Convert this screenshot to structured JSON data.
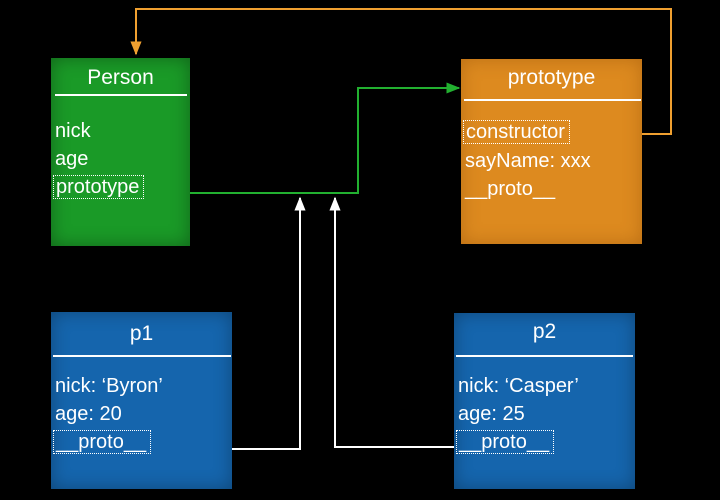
{
  "colors": {
    "background": "#000000",
    "person_box": "#1a9a27",
    "prototype_box": "#dd8a1f",
    "instance_box": "#1565ad",
    "green_arrow": "#22b030",
    "orange_arrow": "#f0a030",
    "white_arrow": "#ffffff"
  },
  "person": {
    "title": "Person",
    "fields": [
      "nick",
      "age",
      "prototype"
    ]
  },
  "prototype": {
    "title": "prototype",
    "fields": [
      "constructor",
      "sayName: xxx",
      "__proto__"
    ]
  },
  "p1": {
    "title": "p1",
    "fields": [
      "nick: ‘Byron’",
      "age: 20",
      "__proto__"
    ]
  },
  "p2": {
    "title": "p2",
    "fields": [
      "nick: ‘Casper’",
      "age: 25",
      "__proto__"
    ]
  }
}
